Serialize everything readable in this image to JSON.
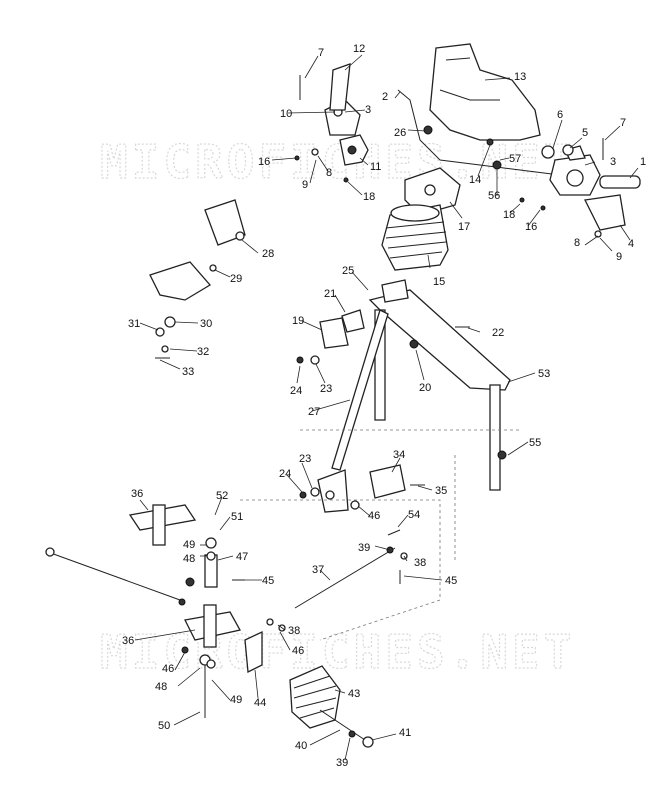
{
  "watermarks": [
    "MICROFICHES.NET",
    "MICROFICHES.NET"
  ],
  "callouts": [
    {
      "n": "1"
    },
    {
      "n": "2"
    },
    {
      "n": "3"
    },
    {
      "n": "3"
    },
    {
      "n": "4"
    },
    {
      "n": "5"
    },
    {
      "n": "6"
    },
    {
      "n": "7"
    },
    {
      "n": "7"
    },
    {
      "n": "8"
    },
    {
      "n": "8"
    },
    {
      "n": "9"
    },
    {
      "n": "9"
    },
    {
      "n": "10"
    },
    {
      "n": "11"
    },
    {
      "n": "12"
    },
    {
      "n": "13"
    },
    {
      "n": "14"
    },
    {
      "n": "15"
    },
    {
      "n": "16"
    },
    {
      "n": "16"
    },
    {
      "n": "17"
    },
    {
      "n": "18"
    },
    {
      "n": "18"
    },
    {
      "n": "19"
    },
    {
      "n": "20"
    },
    {
      "n": "21"
    },
    {
      "n": "22"
    },
    {
      "n": "23"
    },
    {
      "n": "23"
    },
    {
      "n": "24"
    },
    {
      "n": "24"
    },
    {
      "n": "25"
    },
    {
      "n": "26"
    },
    {
      "n": "27"
    },
    {
      "n": "28"
    },
    {
      "n": "29"
    },
    {
      "n": "30"
    },
    {
      "n": "31"
    },
    {
      "n": "32"
    },
    {
      "n": "33"
    },
    {
      "n": "34"
    },
    {
      "n": "35"
    },
    {
      "n": "36"
    },
    {
      "n": "36"
    },
    {
      "n": "37"
    },
    {
      "n": "38"
    },
    {
      "n": "38"
    },
    {
      "n": "39"
    },
    {
      "n": "39"
    },
    {
      "n": "40"
    },
    {
      "n": "41"
    },
    {
      "n": "43"
    },
    {
      "n": "44"
    },
    {
      "n": "45"
    },
    {
      "n": "45"
    },
    {
      "n": "46"
    },
    {
      "n": "46"
    },
    {
      "n": "46"
    },
    {
      "n": "47"
    },
    {
      "n": "48"
    },
    {
      "n": "48"
    },
    {
      "n": "49"
    },
    {
      "n": "49"
    },
    {
      "n": "50"
    },
    {
      "n": "51"
    },
    {
      "n": "52"
    },
    {
      "n": "53"
    },
    {
      "n": "54"
    },
    {
      "n": "55"
    },
    {
      "n": "56"
    },
    {
      "n": "57"
    }
  ]
}
